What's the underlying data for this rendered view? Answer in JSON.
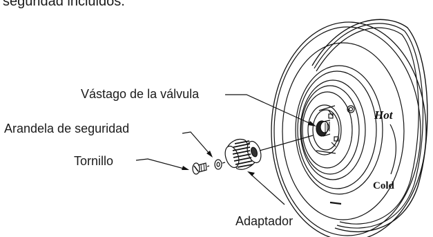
{
  "intro_text": "seguridad incluidos.",
  "labels": {
    "valve_stem": "Vástago de la válvula",
    "lock_washer": "Arandela de seguridad",
    "screw": "Tornillo",
    "adapter": "Adaptador"
  },
  "plate_markings": {
    "hot": "Hot",
    "cold": "Cold"
  },
  "colors": {
    "line": "#111111",
    "text": "#1a1a1a",
    "background": "#ffffff"
  }
}
